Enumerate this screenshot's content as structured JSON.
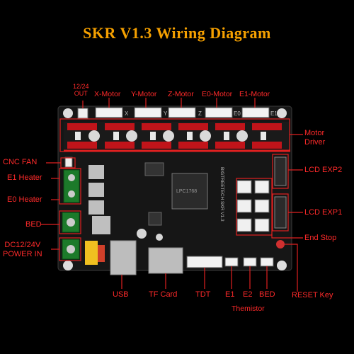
{
  "title": "SKR V1.3 Wiring Diagram",
  "board": {
    "motor_slot_labels": [
      "X",
      "Y",
      "Z",
      "E0",
      "E1"
    ],
    "main_chip": "LPC1768",
    "board_text": "BIGTREETECH SKR V1.3"
  },
  "labels": {
    "out": "12/24\nOUT",
    "x_motor": "X-Motor",
    "y_motor": "Y-Motor",
    "z_motor": "Z-Motor",
    "e0_motor": "E0-Motor",
    "e1_motor": "E1-Motor",
    "motor_driver": "Motor\nDriver",
    "lcd_exp2": "LCD EXP2",
    "lcd_exp1": "LCD EXP1",
    "end_stop": "End Stop",
    "reset_key": "RESET Key",
    "cnc_fan": "CNC FAN",
    "e1_heater": "E1 Heater",
    "e0_heater": "E0 Heater",
    "bed_power": "BED",
    "power_in": "DC12/24V\nPOWER IN",
    "usb": "USB",
    "tf_card": "TF Card",
    "tdt": "TDT",
    "e1": "E1",
    "e2": "E2",
    "bed": "BED",
    "themistor": "Themistor"
  },
  "colors": {
    "title": "#f5a000",
    "label": "#ff2a2a",
    "board": "#141414",
    "driver_red": "#c0141a"
  }
}
